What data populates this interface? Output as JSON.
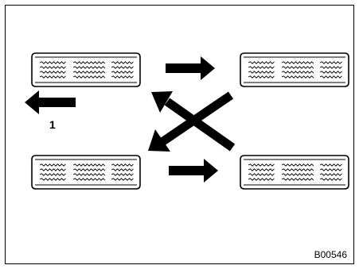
{
  "diagram": {
    "callout_label": "1",
    "figure_id": "B00546",
    "tires": [
      {
        "name": "front-left"
      },
      {
        "name": "front-right"
      },
      {
        "name": "rear-left"
      },
      {
        "name": "rear-right"
      }
    ],
    "arrows": [
      {
        "name": "front-left-to-front-right",
        "direction": "right"
      },
      {
        "name": "rear-left-to-rear-right",
        "direction": "right"
      },
      {
        "name": "spare-out",
        "direction": "left"
      },
      {
        "name": "front-right-to-rear-left",
        "direction": "diagonal-down-left"
      },
      {
        "name": "rear-right-to-front-left",
        "direction": "diagonal-up-left"
      }
    ],
    "colors": {
      "ink": "#000000",
      "paper": "#ffffff"
    }
  }
}
